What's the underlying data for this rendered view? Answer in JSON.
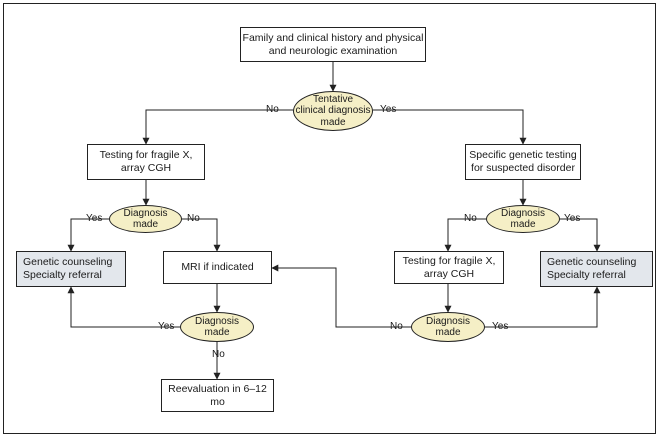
{
  "nodes": {
    "start": {
      "line1": "Family and clinical history and physical",
      "line2": "and neurologic examination"
    },
    "tentative": {
      "line1": "Tentative",
      "line2": "clinical diagnosis",
      "line3": "made"
    },
    "fragile_left": {
      "line1": "Testing for fragile X,",
      "line2": "array CGH"
    },
    "specific_testing": {
      "line1": "Specific genetic testing",
      "line2": "for suspected disorder"
    },
    "diag_left": {
      "line1": "Diagnosis",
      "line2": "made"
    },
    "diag_right": {
      "line1": "Diagnosis",
      "line2": "made"
    },
    "counsel_left": {
      "line1": "Genetic counseling",
      "line2": "Specialty referral"
    },
    "mri": {
      "line1": "MRI if indicated"
    },
    "fragile_right": {
      "line1": "Testing for fragile X,",
      "line2": "array CGH"
    },
    "counsel_right": {
      "line1": "Genetic counseling",
      "line2": "Specialty referral"
    },
    "diag_mri": {
      "line1": "Diagnosis",
      "line2": "made"
    },
    "diag_fragile": {
      "line1": "Diagnosis",
      "line2": "made"
    },
    "reevaluation": {
      "line1": "Reevaluation in 6–12 mo"
    }
  },
  "edge_labels": {
    "tentative_no": "No",
    "tentative_yes": "Yes",
    "diag_left_yes": "Yes",
    "diag_left_no": "No",
    "diag_right_no": "No",
    "diag_right_yes": "Yes",
    "diag_mri_yes": "Yes",
    "diag_mri_no": "No",
    "diag_fragile_no": "No",
    "diag_fragile_yes": "Yes"
  },
  "colors": {
    "decision_fill": "#f5efc6",
    "outcome_fill": "#e3e7ec",
    "line": "#222222"
  }
}
